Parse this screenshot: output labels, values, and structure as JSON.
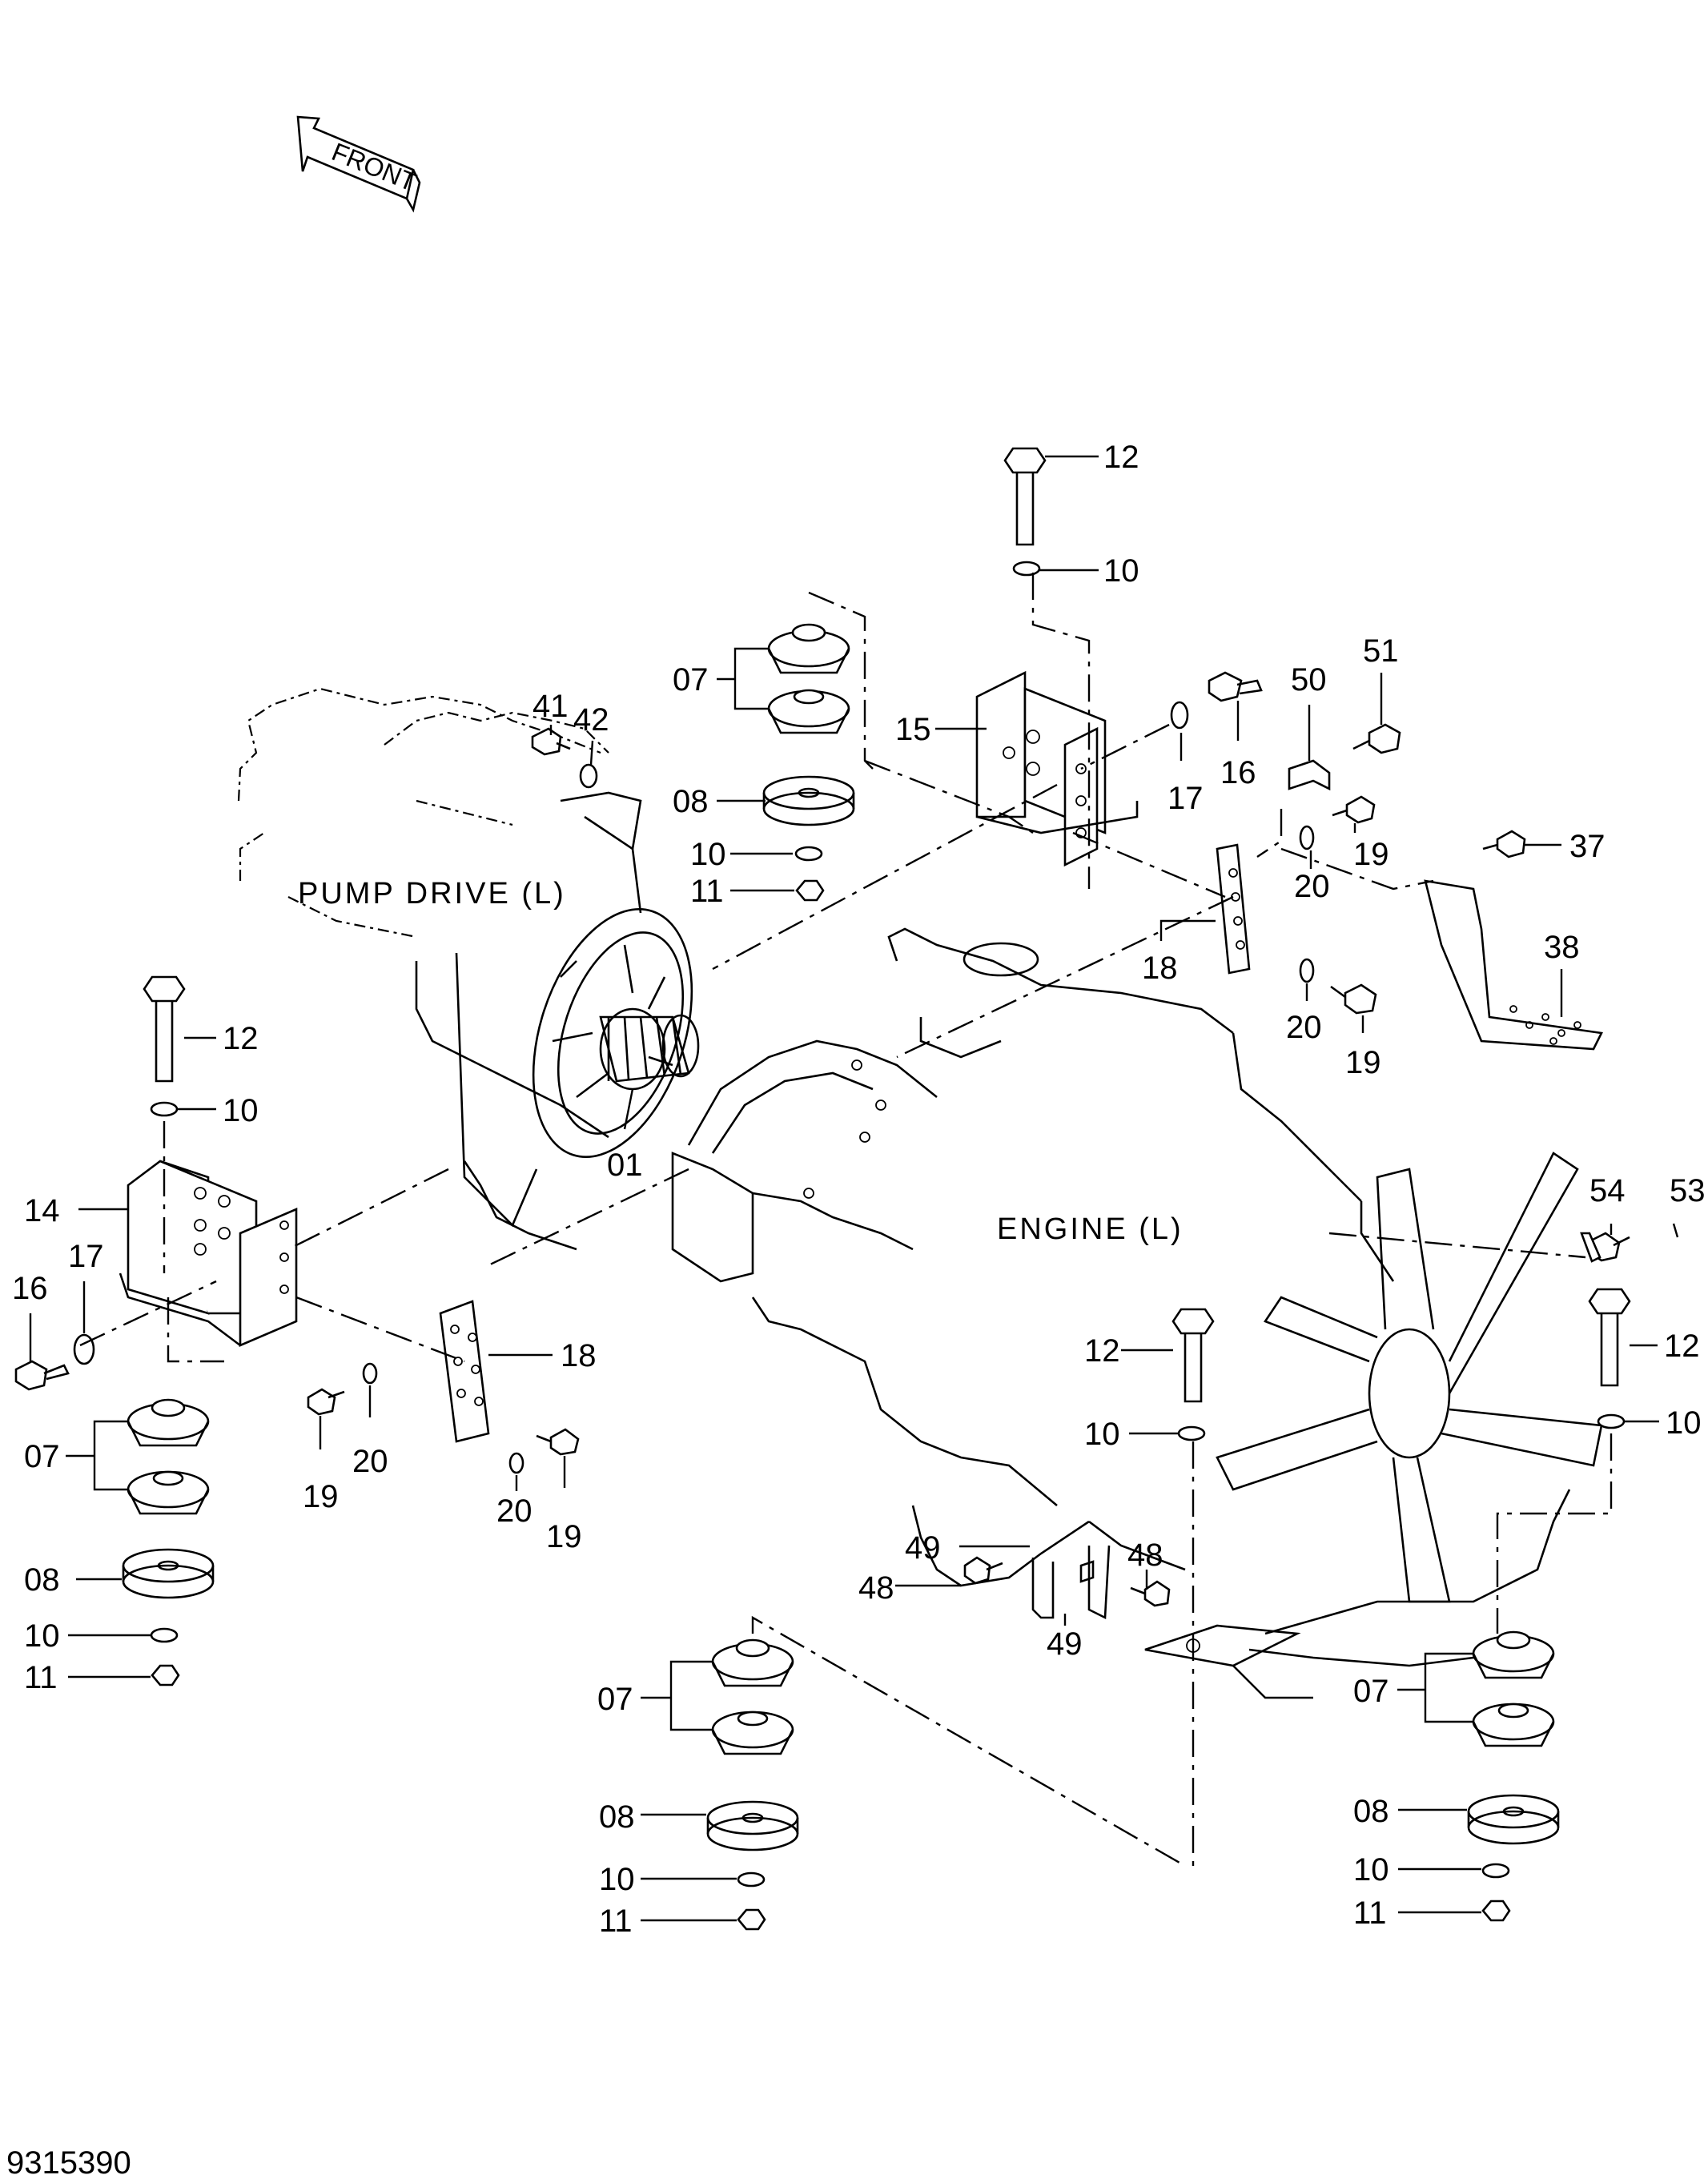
{
  "front_arrow": {
    "text": "FRONT"
  },
  "assemblies": {
    "pump_drive": "PUMP  DRIVE  (L)",
    "engine": "ENGINE  (L)"
  },
  "figure_number": "9315390",
  "callouts": [
    "12",
    "10",
    "07",
    "15",
    "41",
    "42",
    "16",
    "17",
    "50",
    "51",
    "19",
    "08",
    "10",
    "11",
    "20",
    "37",
    "18",
    "38",
    "20",
    "19",
    "12",
    "10",
    "01",
    "14",
    "54",
    "53",
    "17",
    "16",
    "12",
    "12",
    "18",
    "10",
    "10",
    "07",
    "20",
    "19",
    "20",
    "19",
    "08",
    "10",
    "11",
    "49",
    "48",
    "48",
    "49",
    "07",
    "07",
    "08",
    "08",
    "10",
    "10",
    "11",
    "11"
  ]
}
